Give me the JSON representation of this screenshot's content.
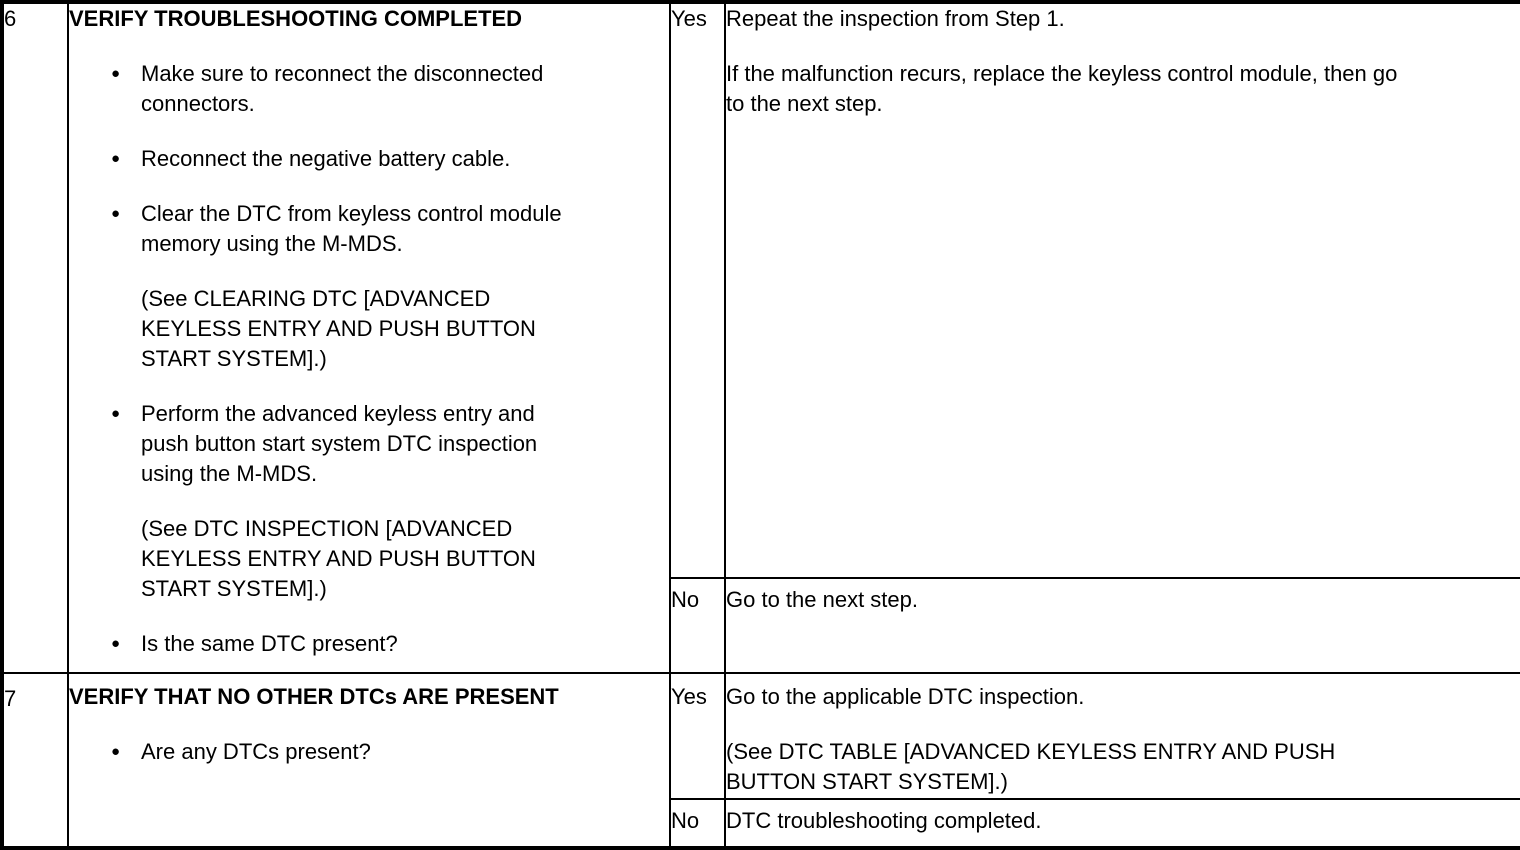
{
  "colors": {
    "border": "#000000",
    "text": "#000000",
    "background": "#ffffff"
  },
  "table": {
    "rows": [
      {
        "step": "6",
        "inspection": {
          "title": "VERIFY TROUBLESHOOTING COMPLETED",
          "items": [
            {
              "kind": "bullet",
              "lines": [
                "Make sure to reconnect the disconnected",
                "connectors."
              ]
            },
            {
              "kind": "bullet",
              "lines": [
                "Reconnect the negative battery cable."
              ]
            },
            {
              "kind": "bullet",
              "lines": [
                "Clear the DTC from keyless control module",
                "memory using the M-MDS."
              ]
            },
            {
              "kind": "note",
              "lines": [
                "(See CLEARING DTC [ADVANCED",
                "KEYLESS ENTRY AND PUSH BUTTON",
                "START SYSTEM].)"
              ]
            },
            {
              "kind": "bullet",
              "lines": [
                "Perform the advanced keyless entry and",
                "push button start system DTC inspection",
                "using the M-MDS."
              ]
            },
            {
              "kind": "note",
              "lines": [
                "(See DTC INSPECTION [ADVANCED",
                "KEYLESS ENTRY AND PUSH BUTTON",
                "START SYSTEM].)"
              ]
            },
            {
              "kind": "bullet",
              "lines": [
                "Is the same DTC present?"
              ]
            }
          ]
        },
        "yes": {
          "label": "Yes",
          "paragraphs": [
            [
              "Repeat the inspection from Step 1."
            ],
            [
              "If the malfunction recurs, replace the keyless control module, then go",
              "to the next step."
            ]
          ]
        },
        "no": {
          "label": "No",
          "paragraphs": [
            [
              "Go to the next step."
            ]
          ]
        }
      },
      {
        "step": "7",
        "inspection": {
          "title": "VERIFY THAT NO OTHER DTCs ARE PRESENT",
          "items": [
            {
              "kind": "bullet",
              "lines": [
                "Are any DTCs present?"
              ]
            }
          ]
        },
        "yes": {
          "label": "Yes",
          "paragraphs": [
            [
              "Go to the applicable DTC inspection."
            ],
            [
              "(See DTC TABLE [ADVANCED KEYLESS ENTRY AND PUSH",
              "BUTTON START SYSTEM].)"
            ]
          ]
        },
        "no": {
          "label": "No",
          "paragraphs": [
            [
              "DTC troubleshooting completed."
            ]
          ]
        }
      }
    ]
  }
}
